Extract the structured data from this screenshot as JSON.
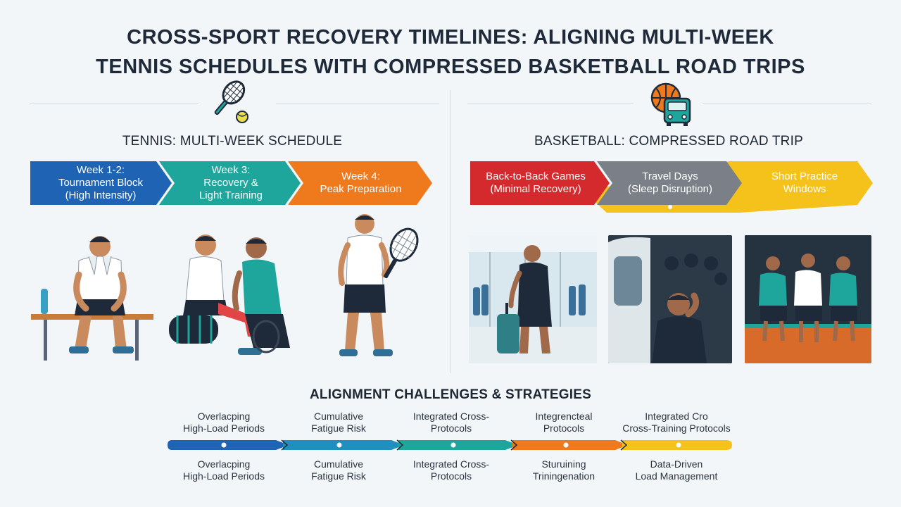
{
  "title": {
    "line1": "CROSS-SPORT RECOVERY TIMELINES: ALIGNING MULTI-WEEK",
    "line2": "TENNIS SCHEDULES WITH COMPRESSED BASKETBALL ROAD TRIPS"
  },
  "tennis": {
    "heading": "TENNIS: MULTI-WEEK SCHEDULE",
    "icon": "tennis-racket-ball-icon",
    "phases": [
      {
        "label": "Week 1-2:\nTournament Block\n(High Intensity)",
        "color": "#1f63b5"
      },
      {
        "label": "Week 3:\nRecovery &\nLight Training",
        "color": "#1ea59c"
      },
      {
        "label": "Week 4:\nPeak Preparation",
        "color": "#ef7a1e"
      }
    ],
    "images": [
      "tired-player-on-bench",
      "player-foam-rolling-with-trainer",
      "player-standing-with-racket"
    ]
  },
  "basketball": {
    "heading": "BASKETBALL: COMPRESSED ROAD TRIP",
    "icon": "basketball-bus-icon",
    "phases": [
      {
        "label": "Back-to-Back Games\n(Minimal Recovery)",
        "color": "#d42a2d"
      },
      {
        "label": "Travel Days\n(Sleep Disruption)",
        "color": "#7b8088"
      },
      {
        "label": "Short Practice\nWindows",
        "color": "#f4c21a"
      }
    ],
    "images": [
      "player-with-luggage-at-airport",
      "tired-player-on-team-bus",
      "team-resting-on-court"
    ]
  },
  "alignment": {
    "heading": "ALIGNMENT CHALLENGES & STRATEGIES",
    "segment_colors": [
      "#1f63b5",
      "#1e8fbf",
      "#1ea59c",
      "#ef7a1e",
      "#f4c21a"
    ],
    "top_labels": [
      "Overlacping\nHigh-Load Periods",
      "Cumulative\nFatigue Risk",
      "Integrated Cross-\nProtocols",
      "Integrencteal\nProtocols",
      "Integrated Cro\nCross-Training Protocols"
    ],
    "bottom_labels": [
      "Overlacping\nHigh-Load Periods",
      "Cumulative\nFatigue Risk",
      "Integrated Cross-\nProtocols",
      "Sturuining\nTriningenation",
      "Data-Driven\nLoad Management"
    ]
  }
}
